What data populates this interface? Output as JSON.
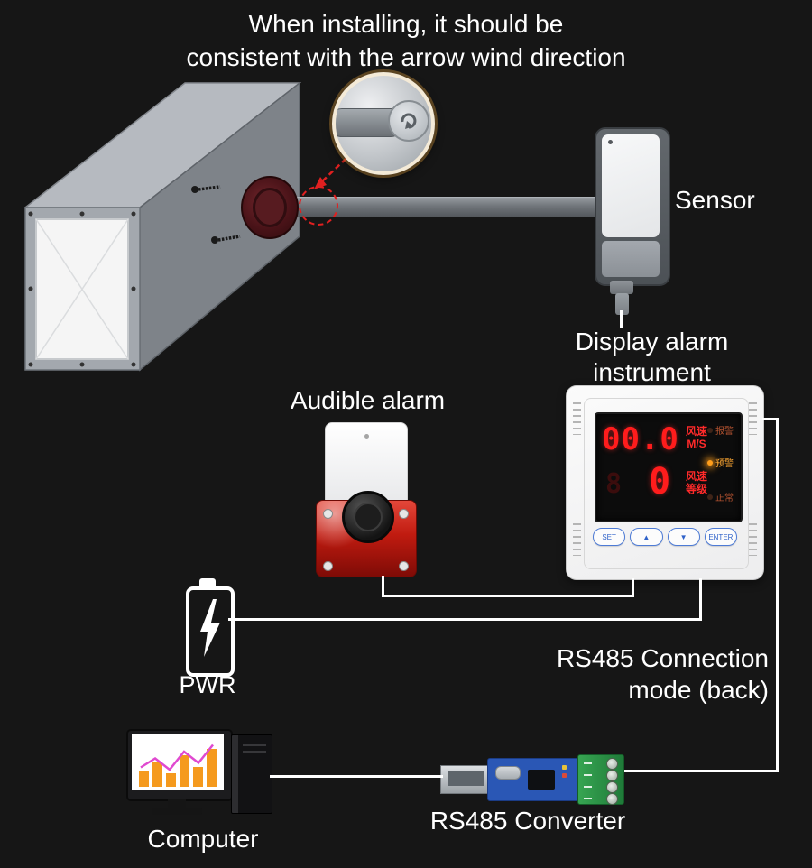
{
  "title": {
    "line1": "When installing, it should be",
    "line2": "consistent with the arrow wind direction"
  },
  "labels": {
    "sensor": "Sensor",
    "display_instrument_line1": "Display alarm",
    "display_instrument_line2": "instrument",
    "audible_alarm": "Audible alarm",
    "pwr": "PWR",
    "rs485_mode_line1": "RS485 Connection",
    "rs485_mode_line2": "mode (back)",
    "computer": "Computer",
    "rs485_converter": "RS485 Converter"
  },
  "display_device": {
    "wind_speed_value": "00.0",
    "wind_level_ghost": "8",
    "wind_level_value": "0",
    "wind_speed_label": "风速",
    "wind_speed_unit": "M/S",
    "wind_level_label_line1": "风速",
    "wind_level_label_line2": "等级",
    "indicators": [
      {
        "label": "报警",
        "state": "off"
      },
      {
        "label": "预警",
        "state": "on"
      },
      {
        "label": "正常",
        "state": "off"
      }
    ],
    "buttons": [
      "SET",
      "▲",
      "▼",
      "ENTER"
    ]
  },
  "computer_screen_chart": {
    "type": "bar",
    "bar_values": [
      35,
      55,
      30,
      70,
      45,
      85
    ],
    "bar_color": "#f59a1e",
    "line_color": "#e04ad0"
  },
  "colors": {
    "background": "#161616",
    "connection_line": "#ffffff",
    "digit_red": "#ff1c1c",
    "indicator_orange": "#ff9e1b",
    "siren_red": "#c01b10",
    "pcb_blue": "#2a57b5",
    "terminal_green": "#2f9d4a",
    "flange_maroon": "#4a1318"
  }
}
